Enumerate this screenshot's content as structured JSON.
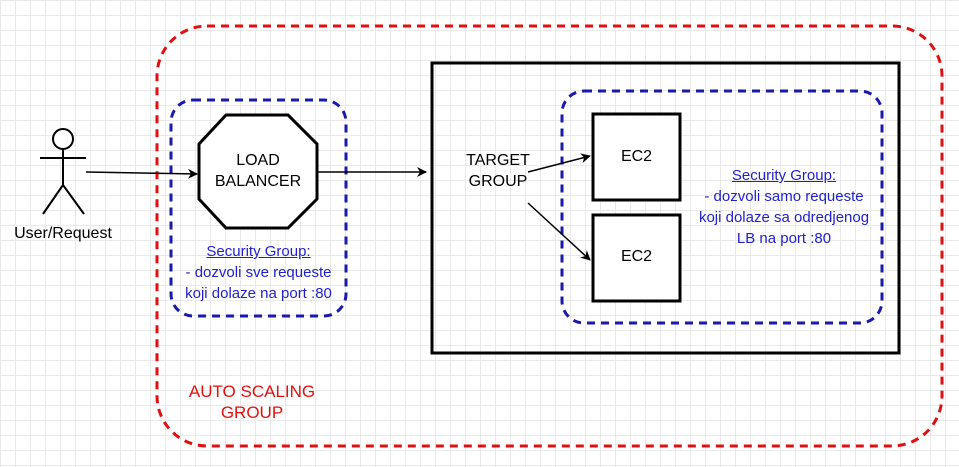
{
  "actor": {
    "label": "User/Request"
  },
  "load_balancer": {
    "line1": "LOAD",
    "line2": "BALANCER"
  },
  "lb_security_group": {
    "title": "Security Group:",
    "line1": "- dozvoli sve requeste",
    "line2": "koji dolaze na port :80"
  },
  "target_group": {
    "line1": "TARGET",
    "line2": "GROUP"
  },
  "ec2_top": {
    "label": "EC2"
  },
  "ec2_bottom": {
    "label": "EC2"
  },
  "ec2_security_group": {
    "title": "Security Group:",
    "line1": "- dozvoli samo requeste",
    "line2": "koji dolaze sa odredjenog",
    "line3": "LB  na port :80"
  },
  "auto_scaling_group": {
    "line1": "AUTO SCALING",
    "line2": "GROUP"
  },
  "colors": {
    "auto_scaling": "#e01010",
    "security_group": "#1a1aaa",
    "stroke": "#000000"
  }
}
